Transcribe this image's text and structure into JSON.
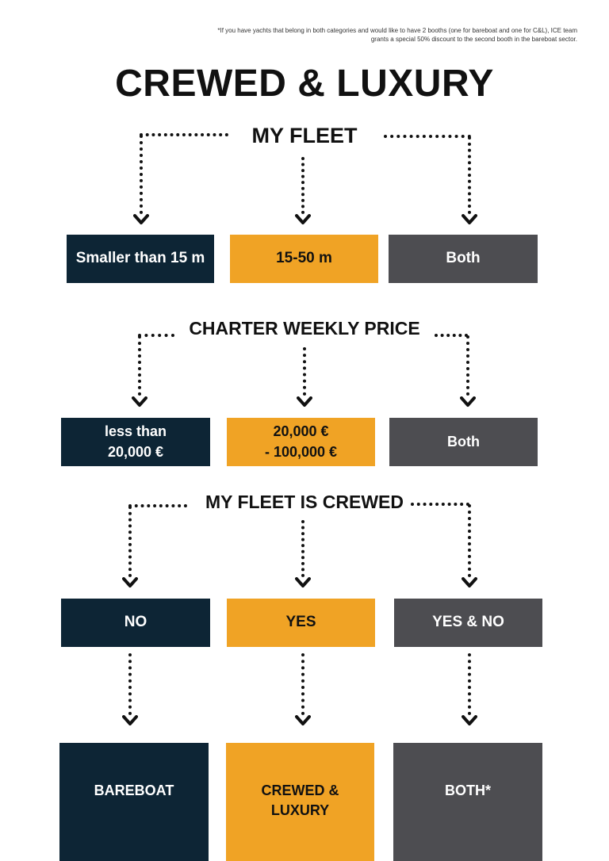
{
  "footnote": "*If you have yachts that belong in both categories and would like to have 2 booths (one for bareboat and one for C&L), ICE team grants a special 50% discount to the second booth in the bareboat sector.",
  "title": "CREWED & LUXURY",
  "section1": {
    "heading": "MY FLEET",
    "options": [
      "Smaller than 15 m",
      "15-50 m",
      "Both"
    ]
  },
  "section2": {
    "heading": "CHARTER WEEKLY PRICE",
    "options": [
      {
        "line1": "less than",
        "line2": "20,000 €"
      },
      {
        "line1": "20,000 €",
        "line2": "- 100,000 €"
      },
      {
        "line1": "Both",
        "line2": ""
      }
    ]
  },
  "section3": {
    "heading": "MY FLEET IS CREWED",
    "options": [
      "NO",
      "YES",
      "YES & NO"
    ]
  },
  "results": [
    {
      "line1": "BAREBOAT",
      "line2": ""
    },
    {
      "line1": "CREWED &",
      "line2": "LUXURY"
    },
    {
      "line1": "BOTH*",
      "line2": ""
    }
  ],
  "colors": {
    "navy": "#0d2535",
    "orange": "#f0a325",
    "gray": "#4d4d51",
    "text": "#111111"
  }
}
